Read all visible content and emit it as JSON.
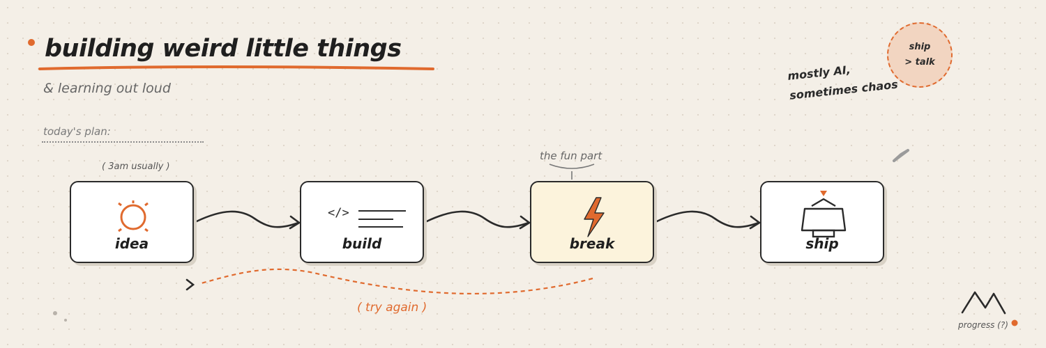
{
  "header": {
    "title": "building weird little things",
    "subtitle": "& learning out loud",
    "plan_label": "today's plan:"
  },
  "annotations": {
    "idea_note": "( 3am usually )",
    "break_note": "the fun part",
    "retry_label": "( try again )"
  },
  "flow": {
    "nodes": [
      {
        "label": "idea",
        "icon": "sun-icon"
      },
      {
        "label": "build",
        "icon": "code-icon"
      },
      {
        "label": "break",
        "icon": "lightning-icon"
      },
      {
        "label": "ship",
        "icon": "ship-icon"
      }
    ]
  },
  "side_note": {
    "line1": "mostly AI,",
    "line2": "sometimes chaos"
  },
  "badge": {
    "line1": "ship",
    "line2": "> talk"
  },
  "footer": {
    "progress_label": "progress (?)"
  },
  "colors": {
    "accent": "#e06a2e",
    "background": "#f4efe7",
    "ink": "#2a2a2a",
    "highlight_node": "#fcf3dc",
    "badge_fill": "#f2d5c1"
  }
}
